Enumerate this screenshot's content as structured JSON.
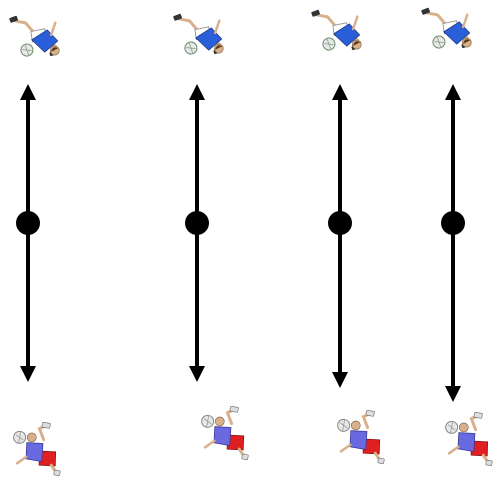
{
  "diagram": {
    "lanes_count": 4,
    "colors": {
      "line": "#000000",
      "top_player_shirt": "#2b5fd9",
      "top_player_shorts": "#ffffff",
      "bottom_player_shirt": "#6a6ae0",
      "bottom_player_shorts": "#e02020",
      "ball": "#e8e8e8"
    },
    "icons": {
      "top": "soccer-player-icon",
      "bottom": "soccer-player-icon",
      "arrow": "double-headed-arrow",
      "marker": "filled-circle-marker"
    }
  }
}
